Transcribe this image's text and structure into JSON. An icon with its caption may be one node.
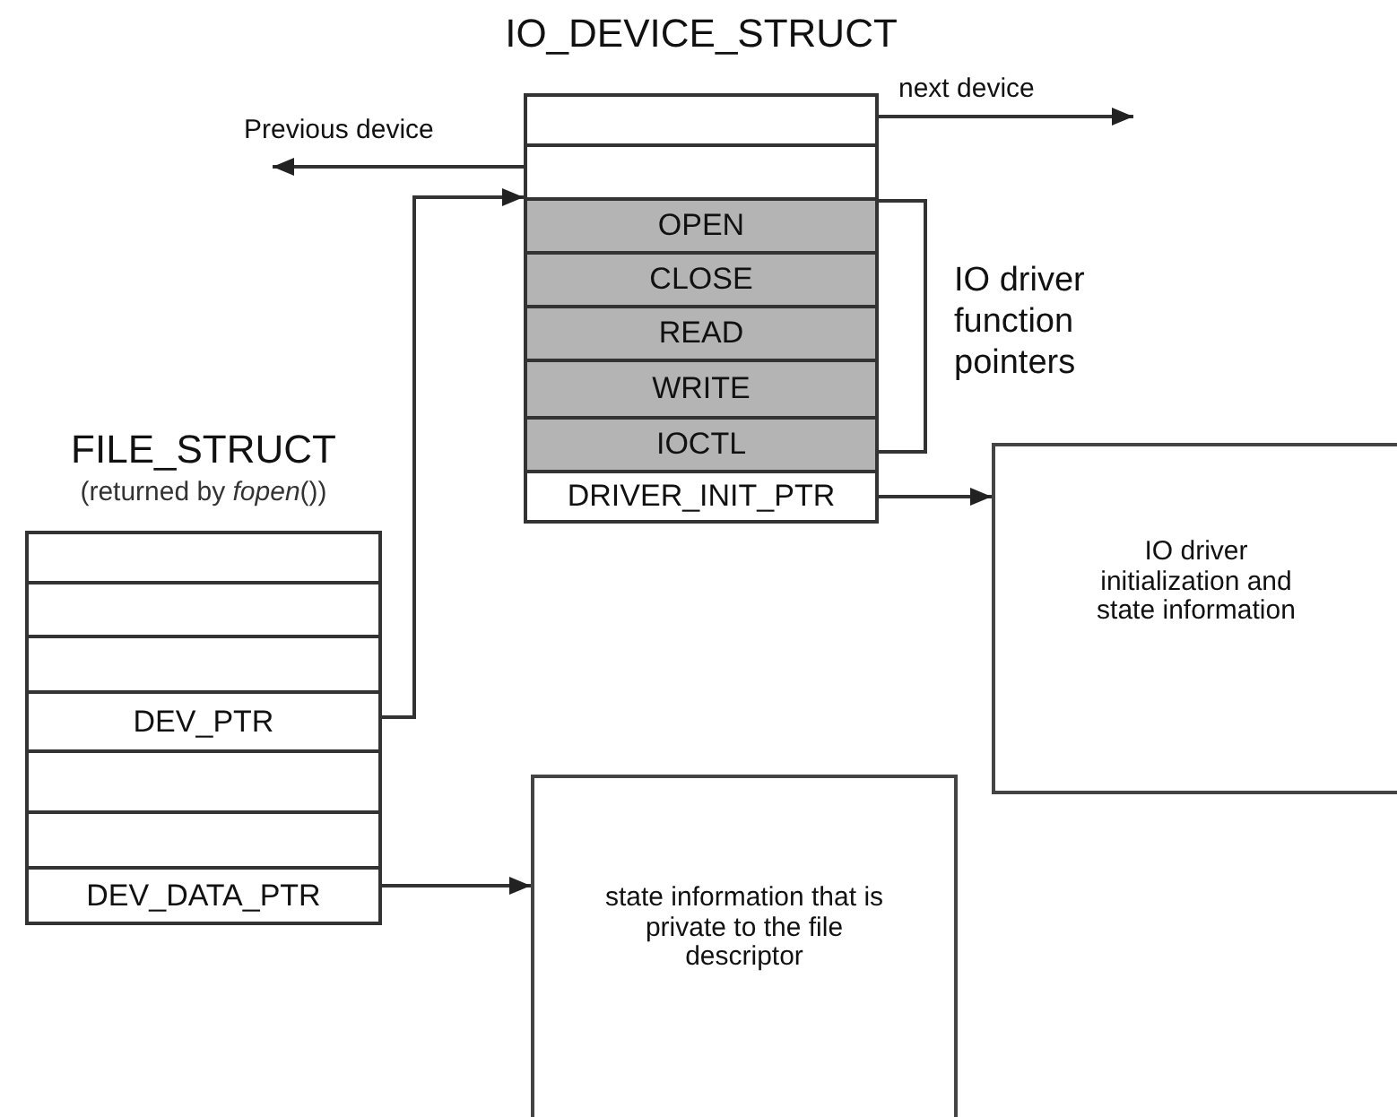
{
  "diagram": {
    "nodes": [
      {
        "text": [
          "IO_DEVICE_STRUCT"
        ]
      },
      {
        "text": [],
        "shape": "box",
        "in": 0
      },
      {
        "text": [],
        "shape": "box",
        "in": 0
      },
      {
        "text": [
          "OPEN"
        ],
        "in": 0
      },
      {
        "text": [
          "CLOSE"
        ],
        "in": 0
      },
      {
        "text": [
          "READ"
        ],
        "in": 0
      },
      {
        "text": [
          "WRITE"
        ],
        "in": 0
      },
      {
        "text": [
          "IOCTL"
        ],
        "in": 0
      },
      {
        "text": [
          "DRIVER_INIT_PTR"
        ],
        "in": 0
      },
      {
        "text": [
          "FILE_STRUCT",
          "(returned by *fopen*())"
        ]
      },
      {
        "text": [],
        "shape": "box",
        "in": 9
      },
      {
        "text": [],
        "shape": "box",
        "in": 9
      },
      {
        "text": [],
        "shape": "box",
        "in": 9
      },
      {
        "text": [
          "DEV_PTR"
        ],
        "in": 9
      },
      {
        "text": [],
        "shape": "box",
        "in": 9
      },
      {
        "text": [],
        "shape": "box",
        "in": 9
      },
      {
        "text": [
          "DEV_DATA_PTR"
        ],
        "in": 9
      },
      {
        "text": [
          "IO driver initialization and state information"
        ]
      },
      {
        "text": [
          "state information that is private to the file descriptor"
        ]
      }
    ],
    "edges": [
      {
        "from": 1,
        "to": null,
        "arrow": "to",
        "label": "next device"
      },
      {
        "from": 2,
        "to": null,
        "arrow": "to",
        "label": "Previous device"
      },
      {
        "from": 13,
        "to": 0,
        "arrow": "to"
      },
      {
        "from": 8,
        "to": 17,
        "arrow": "to"
      },
      {
        "from": 16,
        "to": 18,
        "arrow": "to"
      }
    ],
    "labels": [
      "IO driver function pointers"
    ]
  }
}
